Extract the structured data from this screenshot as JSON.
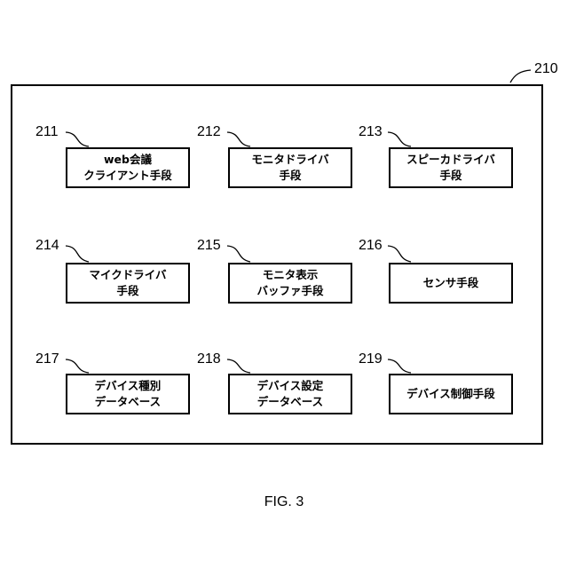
{
  "figure": {
    "caption": "FIG. 3",
    "container": {
      "ref": "210"
    },
    "blocks": [
      {
        "ref": "211",
        "lines": [
          "web会議",
          "クライアント手段"
        ]
      },
      {
        "ref": "212",
        "lines": [
          "モニタドライバ",
          "手段"
        ]
      },
      {
        "ref": "213",
        "lines": [
          "スピーカドライバ",
          "手段"
        ]
      },
      {
        "ref": "214",
        "lines": [
          "マイクドライバ",
          "手段"
        ]
      },
      {
        "ref": "215",
        "lines": [
          "モニタ表示",
          "バッファ手段"
        ]
      },
      {
        "ref": "216",
        "lines": [
          "センサ手段"
        ]
      },
      {
        "ref": "217",
        "lines": [
          "デバイス種別",
          "データベース"
        ]
      },
      {
        "ref": "218",
        "lines": [
          "デバイス設定",
          "データベース"
        ]
      },
      {
        "ref": "219",
        "lines": [
          "デバイス制御手段"
        ]
      }
    ]
  }
}
